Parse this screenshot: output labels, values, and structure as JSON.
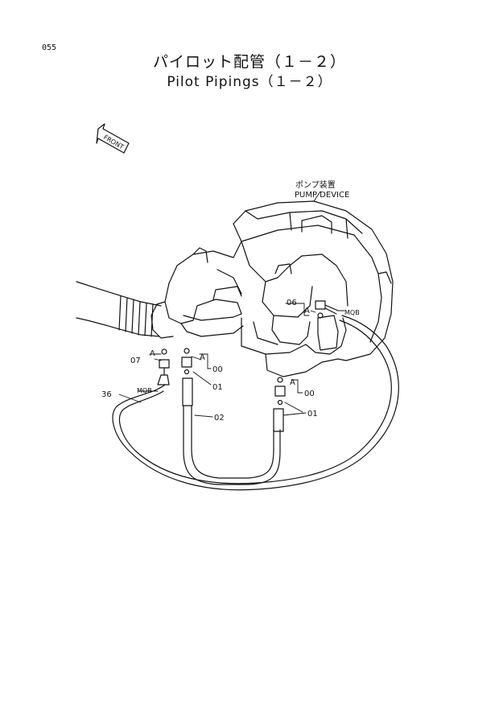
{
  "page_number": "055",
  "title_jp": "パイロット配管（１－２）",
  "title_en": "Pilot Pipings（１－２）",
  "front_label": "FRONT",
  "pump_label_jp": "ポンプ装置",
  "pump_label_en": "PUMP DEVICE",
  "parts": {
    "p00": "00",
    "p01": "01",
    "p02": "02",
    "p06": "06",
    "p07": "07",
    "p36": "36"
  },
  "markers": {
    "a": "A",
    "mqb": "MQB"
  }
}
